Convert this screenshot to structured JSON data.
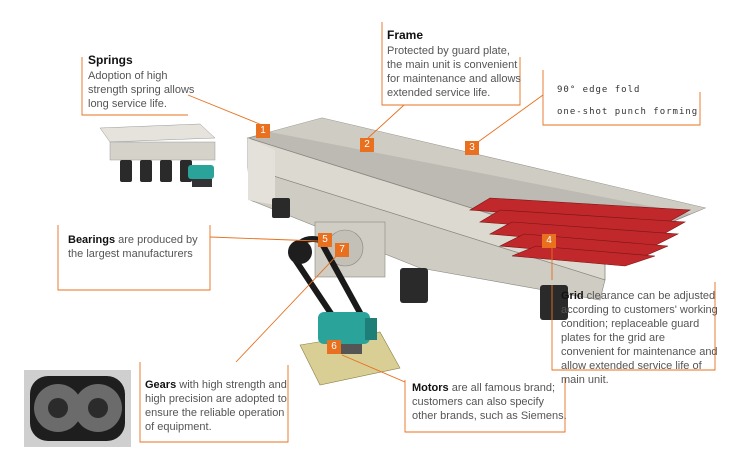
{
  "callouts": {
    "springs": {
      "title": "Springs",
      "body": "Adoption of high strength spring allows long service life."
    },
    "frame": {
      "title": "Frame",
      "body": "Protected by guard plate, the main unit is convenient for maintenance and allows extended service life."
    },
    "edge": {
      "line1": "90° edge fold",
      "line2": "one-shot punch forming"
    },
    "bearings": {
      "title": "Bearings",
      "body": " are produced by the largest manufacturers"
    },
    "grid": {
      "title": "Grid",
      "body": " clearance can be adjusted according to customers' working condition; replaceable guard plates for the grid are convenient for maintenance and allow extended service life of main unit."
    },
    "gears": {
      "title": "Gears",
      "body": " with high strength and high precision are adopted to ensure the reliable operation of equipment."
    },
    "motors": {
      "title": "Motors",
      "body": " are all famous brand; customers can also specify other brands, such as Siemens."
    }
  },
  "badges": [
    "1",
    "2",
    "3",
    "4",
    "5",
    "6",
    "7"
  ],
  "colors": {
    "accent": "#e8701e",
    "grid": "#c0282b",
    "motor": "#2aa39a",
    "body": "#d9d6cf"
  }
}
